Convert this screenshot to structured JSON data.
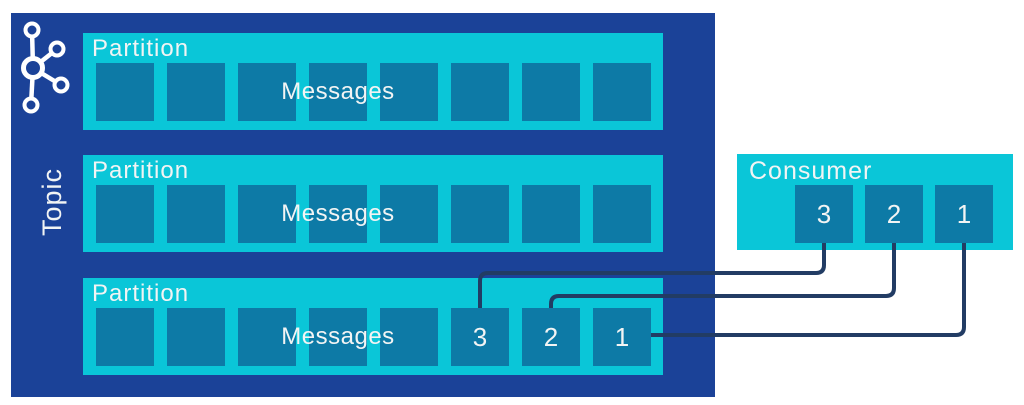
{
  "colors": {
    "background": "#ffffff",
    "topic_container": "#1b4298",
    "partition_fill": "#0ac6d8",
    "message_square": "#0d7aa6",
    "connector_line": "#223c64",
    "text": "#f2f4f4"
  },
  "logo": {
    "name": "kafka-logo"
  },
  "topic": {
    "label": "Topic",
    "partitions": [
      {
        "label": "Partition",
        "messages_label": "Messages",
        "square_count": 8,
        "square_labels": [
          "",
          "",
          "",
          "",
          "",
          "",
          "",
          ""
        ]
      },
      {
        "label": "Partition",
        "messages_label": "Messages",
        "square_count": 8,
        "square_labels": [
          "",
          "",
          "",
          "",
          "",
          "",
          "",
          ""
        ]
      },
      {
        "label": "Partition",
        "messages_label": "Messages",
        "square_count": 8,
        "square_labels": [
          "",
          "",
          "",
          "",
          "",
          "3",
          "2",
          "1"
        ]
      }
    ]
  },
  "consumer": {
    "label": "Consumer",
    "square_labels": [
      "3",
      "2",
      "1"
    ]
  },
  "connections": [
    {
      "from": "consumer-square-3",
      "to": "partition-3-message-3"
    },
    {
      "from": "consumer-square-2",
      "to": "partition-3-message-2"
    },
    {
      "from": "consumer-square-1",
      "to": "partition-3-message-1"
    }
  ]
}
